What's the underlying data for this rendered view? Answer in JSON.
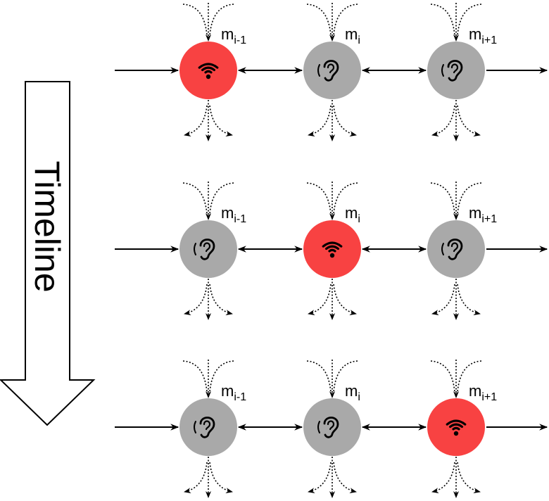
{
  "timeline": {
    "label": "Timeline"
  },
  "colors": {
    "transmitter": "#f84242",
    "listener": "#a9a9a9",
    "stroke": "#000000"
  },
  "rows": [
    {
      "nodes": [
        {
          "label": "m",
          "sub": "i-1",
          "role": "transmitter",
          "icon": "wifi-icon"
        },
        {
          "label": "m",
          "sub": "i",
          "role": "listener",
          "icon": "ear-icon"
        },
        {
          "label": "m",
          "sub": "i+1",
          "role": "listener",
          "icon": "ear-icon"
        }
      ]
    },
    {
      "nodes": [
        {
          "label": "m",
          "sub": "i-1",
          "role": "listener",
          "icon": "ear-icon"
        },
        {
          "label": "m",
          "sub": "i",
          "role": "transmitter",
          "icon": "wifi-icon"
        },
        {
          "label": "m",
          "sub": "i+1",
          "role": "listener",
          "icon": "ear-icon"
        }
      ]
    },
    {
      "nodes": [
        {
          "label": "m",
          "sub": "i-1",
          "role": "listener",
          "icon": "ear-icon"
        },
        {
          "label": "m",
          "sub": "i",
          "role": "listener",
          "icon": "ear-icon"
        },
        {
          "label": "m",
          "sub": "i+1",
          "role": "transmitter",
          "icon": "wifi-icon"
        }
      ]
    }
  ]
}
